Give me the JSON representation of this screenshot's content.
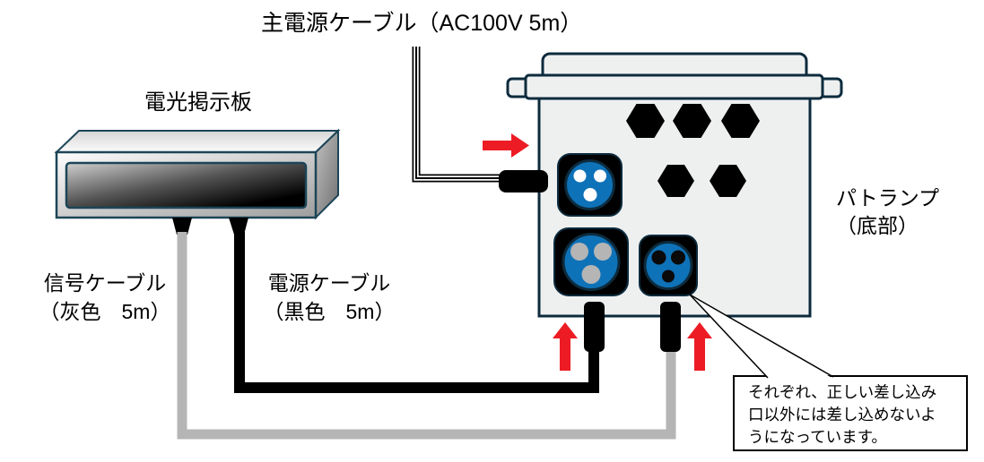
{
  "diagram": {
    "top_label": "主電源ケーブル（AC100V 5m）",
    "board": {
      "label": "電光掲示板"
    },
    "signal_cable": {
      "line1": "信号ケーブル",
      "line2": "（灰色　5m）"
    },
    "power_cable": {
      "line1": "電源ケーブル",
      "line2": "（黒色　5m）"
    },
    "patlamp": {
      "line1": "パトランプ",
      "line2": "（底部）"
    },
    "callout": {
      "line1": "それぞれ、正しい差し込み",
      "line2": "口以外には差し込めないよ",
      "line3": "うになっています。"
    },
    "colors": {
      "socket_blue": "#0e72b8",
      "outline_navy": "#0d2b3d",
      "board_outline": "#1c4557",
      "arrow_red": "#ed1c24",
      "cable_gray": "#b5b5b5",
      "cable_black": "#000000",
      "panel_fill": "#eef0f0",
      "dot_white": "#ffffff",
      "dot_gray": "#b5b5b5",
      "dot_black": "#0a0a0a"
    }
  }
}
